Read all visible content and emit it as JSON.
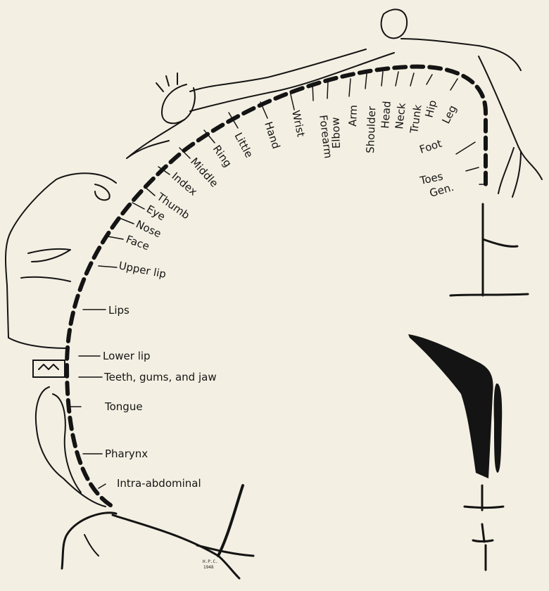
{
  "diagram": {
    "type": "sensory homunculus",
    "labels": [
      {
        "id": "genitals",
        "text": "Gen."
      },
      {
        "id": "toes",
        "text": "Toes"
      },
      {
        "id": "foot",
        "text": "Foot"
      },
      {
        "id": "leg",
        "text": "Leg"
      },
      {
        "id": "hip",
        "text": "Hip"
      },
      {
        "id": "trunk",
        "text": "Trunk"
      },
      {
        "id": "neck",
        "text": "Neck"
      },
      {
        "id": "head",
        "text": "Head"
      },
      {
        "id": "shoulder",
        "text": "Shoulder"
      },
      {
        "id": "arm",
        "text": "Arm"
      },
      {
        "id": "elbow",
        "text": "Elbow"
      },
      {
        "id": "forearm",
        "text": "Forearm"
      },
      {
        "id": "wrist",
        "text": "Wrist"
      },
      {
        "id": "hand",
        "text": "Hand"
      },
      {
        "id": "little",
        "text": "Little"
      },
      {
        "id": "ring",
        "text": "Ring"
      },
      {
        "id": "middle",
        "text": "Middle"
      },
      {
        "id": "index",
        "text": "Index"
      },
      {
        "id": "thumb",
        "text": "Thumb"
      },
      {
        "id": "eye",
        "text": "Eye"
      },
      {
        "id": "nose",
        "text": "Nose"
      },
      {
        "id": "face",
        "text": "Face"
      },
      {
        "id": "upper_lip",
        "text": "Upper lip"
      },
      {
        "id": "lips",
        "text": "Lips"
      },
      {
        "id": "lower_lip",
        "text": "Lower lip"
      },
      {
        "id": "teeth",
        "text": "Teeth, gums, and jaw"
      },
      {
        "id": "tongue",
        "text": "Tongue"
      },
      {
        "id": "pharynx",
        "text": "Pharynx"
      },
      {
        "id": "intra_abdominal",
        "text": "Intra-abdominal"
      }
    ],
    "signature": [
      "H.P.C.",
      "1948"
    ],
    "colors": {
      "ink": "#141414",
      "paper": "#f3efe2"
    }
  }
}
